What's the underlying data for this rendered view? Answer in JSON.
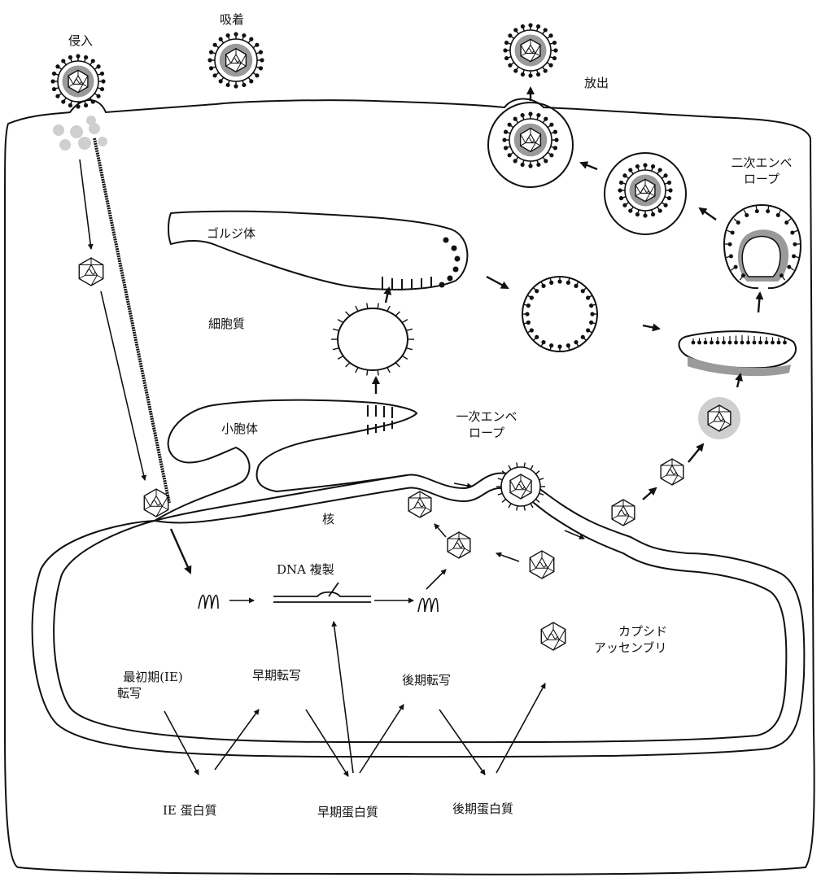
{
  "labels": {
    "entry": "侵入",
    "adsorption": "吸着",
    "release": "放出",
    "golgi": "ゴルジ体",
    "cytoplasm": "細胞質",
    "er": "小胞体",
    "primary_envelope_1": "一次エンベ",
    "primary_envelope_2": "ロープ",
    "secondary_envelope_1": "二次エンベ",
    "secondary_envelope_2": "ロープ",
    "nucleus": "核",
    "dna_replication": "DNA 複製",
    "capsid_assembly_1": "カプシド",
    "capsid_assembly_2": "アッセンブリ",
    "ie_transcription_1": "最初期(IE)",
    "ie_transcription_2": "転写",
    "early_transcription": "早期転写",
    "late_transcription": "後期転写",
    "ie_protein": "IE 蛋白質",
    "early_protein": "早期蛋白質",
    "late_protein": "後期蛋白質"
  },
  "colors": {
    "line": "#111111",
    "envelope_gray": "#9a9a9a",
    "light_gray": "#cfcfcf",
    "fill": "#ffffff"
  }
}
